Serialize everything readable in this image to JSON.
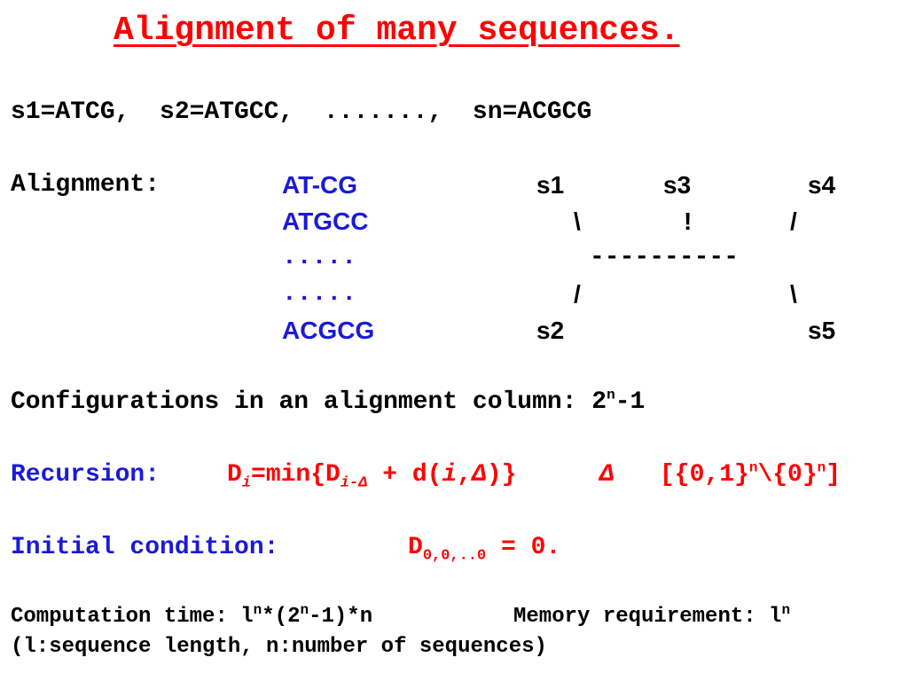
{
  "slide": {
    "title": "Alignment of many sequences.",
    "sequences_line": "s1=ATCG,  s2=ATGCC,  .......,  sn=ACGCG",
    "alignment": {
      "label": "Alignment:",
      "rows": [
        "AT-CG",
        "ATGCC",
        ".....",
        ".....",
        "ACGCG"
      ]
    },
    "tree": {
      "s1": "s1",
      "s3": "s3",
      "s4": "s4",
      "s2": "s2",
      "s5": "s5",
      "bs1": "\\",
      "bang": "!",
      "fs1": "/",
      "dash": "----------",
      "fs2": "/",
      "bs2": "\\"
    },
    "config": {
      "text": "Configurations in an alignment column: 2",
      "sup": "n",
      "tail": "-1"
    },
    "recursion": {
      "label": "Recursion:",
      "d1": "D",
      "i1": "i",
      "eq": "=min{D",
      "sub2": "i-Δ",
      "plus": " + d(",
      "i2": "i",
      "comma": ",",
      "delta1": "Δ",
      "close": ")}",
      "delta2": "Δ",
      "set_open": "[{0,1}",
      "sup1": "n",
      "mid": "\\{0}",
      "sup2": "n",
      "set_close": "]"
    },
    "initial": {
      "label": "Initial condition:",
      "d": "D",
      "sub": "0,0,..0",
      "eq": " = 0."
    },
    "computation": {
      "time_a": "Computation time: l",
      "time_sup1": "n",
      "time_b": "*(2",
      "time_sup2": "n",
      "time_c": "-1)*n",
      "mem": "Memory requirement: l",
      "mem_sup": "n",
      "note": "(l:sequence length, n:number of sequences)"
    },
    "colors": {
      "red": "#ff0000",
      "blue": "#1a1ad6",
      "text": "#000000"
    }
  }
}
